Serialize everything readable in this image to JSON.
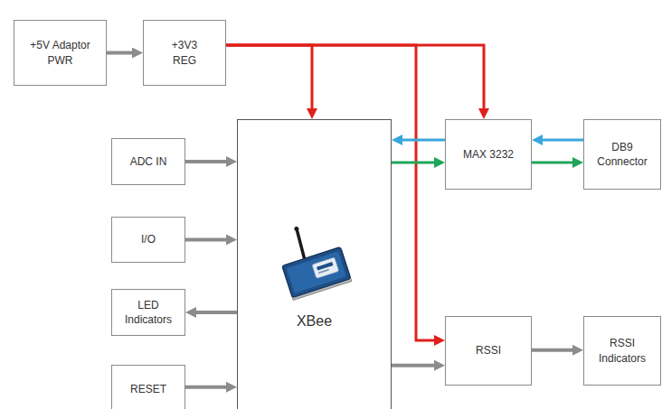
{
  "diagram": {
    "nodes": [
      {
        "text": [
          "+5V Adaptor PWR"
        ]
      },
      {
        "text": [
          "+3V3 REG"
        ]
      },
      {
        "text": [
          "XBee"
        ]
      },
      {
        "text": [
          "ADC IN"
        ]
      },
      {
        "text": [
          "I/O"
        ]
      },
      {
        "text": [
          "LED Indicators"
        ]
      },
      {
        "text": [
          "RESET"
        ]
      },
      {
        "text": [
          "MAX 3232"
        ]
      },
      {
        "text": [
          "DB9 Connector"
        ]
      },
      {
        "text": [
          "RSSI"
        ]
      },
      {
        "text": [
          "RSSI Indicators"
        ]
      }
    ],
    "edges": [
      {
        "from": 0,
        "to": 1,
        "arrow": "to"
      },
      {
        "from": 1,
        "to": 2,
        "arrow": "to"
      },
      {
        "from": 1,
        "to": 7,
        "arrow": "to"
      },
      {
        "from": 1,
        "to": 9,
        "arrow": "to"
      },
      {
        "from": 7,
        "to": 2,
        "arrow": "to"
      },
      {
        "from": 2,
        "to": 7,
        "arrow": "to"
      },
      {
        "from": 8,
        "to": 7,
        "arrow": "to"
      },
      {
        "from": 7,
        "to": 8,
        "arrow": "to"
      },
      {
        "from": 3,
        "to": 2,
        "arrow": "to"
      },
      {
        "from": 4,
        "to": 2,
        "arrow": "to"
      },
      {
        "from": 2,
        "to": 5,
        "arrow": "to"
      },
      {
        "from": 6,
        "to": 2,
        "arrow": "to"
      },
      {
        "from": 2,
        "to": 9,
        "arrow": "to"
      },
      {
        "from": 9,
        "to": 10,
        "arrow": "to"
      }
    ]
  }
}
